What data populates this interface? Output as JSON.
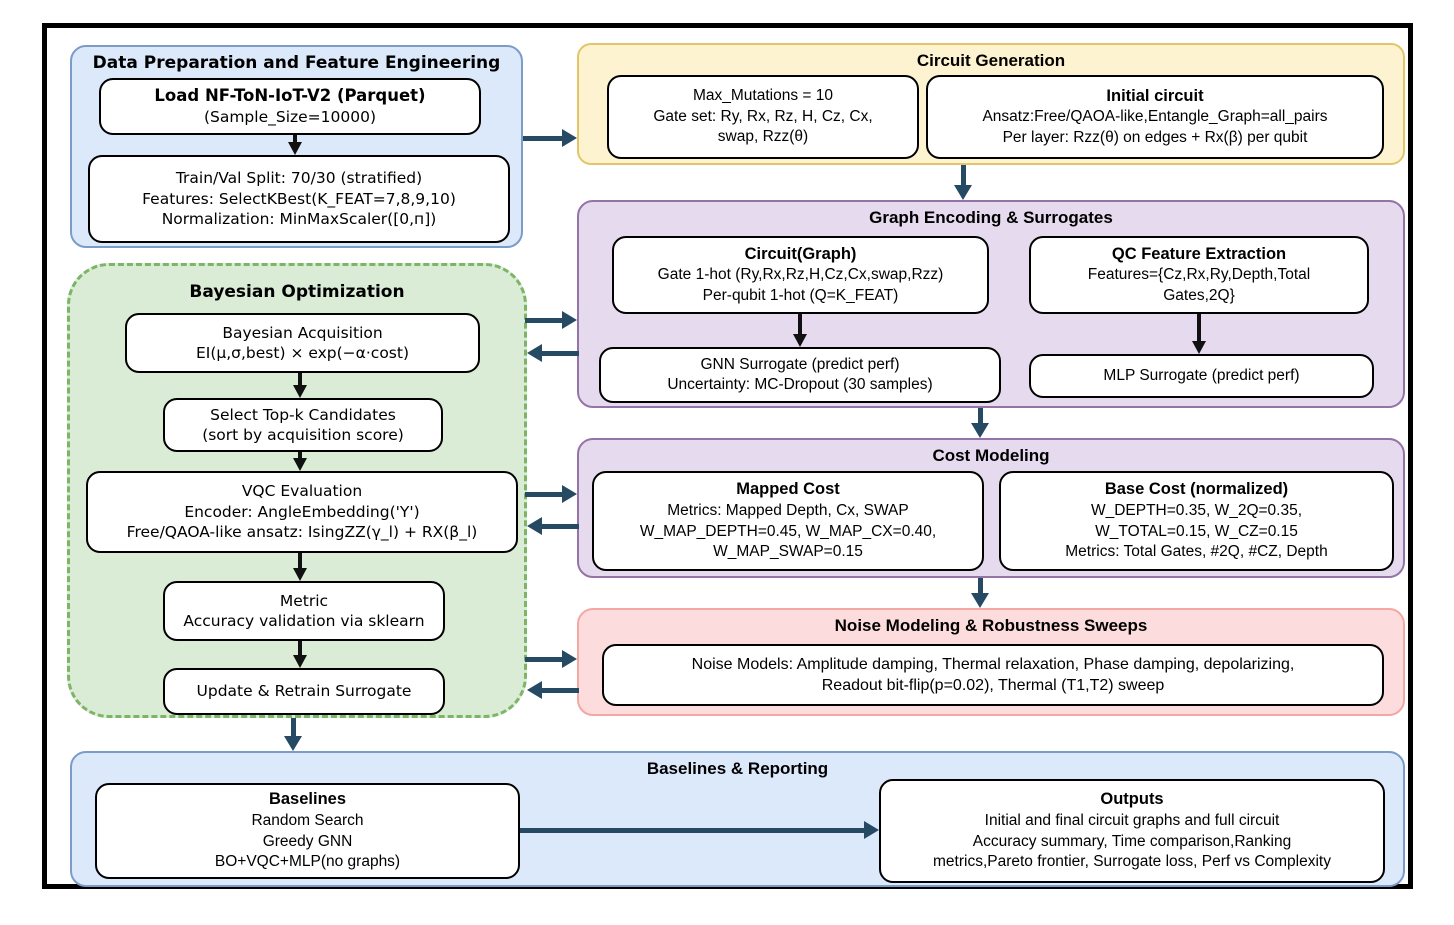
{
  "palette": {
    "arrow": "#264a63",
    "internal_arrow": "#111111",
    "blue_fill": "#dbe9fb",
    "blue_stroke": "#7b9cc9",
    "yellow_fill": "#fdf3d0",
    "yellow_stroke": "#e3c568",
    "purple_fill": "#e6daee",
    "purple_stroke": "#9673a6",
    "green_fill": "#daecd6",
    "green_stroke": "#7cb566",
    "pink_fill": "#fcdcdc",
    "pink_stroke": "#f3a8a3",
    "node_fill": "#ffffff",
    "node_stroke": "#000000"
  },
  "data_prep": {
    "title": "Data Preparation and Feature Engineering",
    "load_node": [
      "Load NF-ToN-IoT-V2 (Parquet)",
      "(Sample_Size=10000)"
    ],
    "split_node": [
      "Train/Val Split: 70/30 (stratified)",
      "Features: SelectKBest(K_FEAT=7,8,9,10)",
      "Normalization: MinMaxScaler([0,п])"
    ]
  },
  "circuit_gen": {
    "title": "Circuit Generation",
    "mutations_node": [
      "Max_Mutations = 10",
      "Gate set: Ry, Rx, Rz, H, Cz, Cx,",
      "swap, Rzz(θ)"
    ],
    "initial_node": [
      "Initial circuit",
      "Ansatz:Free/QAOA-like,Entangle_Graph=all_pairs",
      "Per layer: Rzz(θ) on edges + Rx(β) per qubit"
    ]
  },
  "graph_enc": {
    "title": "Graph Encoding & Surrogates",
    "circuit_graph_node": [
      "Circuit(Graph)",
      "Gate 1-hot (Ry,Rx,Rz,H,Cz,Cx,swap,Rzz)",
      "Per-qubit 1-hot (Q=K_FEAT)"
    ],
    "qc_feature_node": [
      "QC Feature Extraction",
      "Features={Cz,Rx,Ry,Depth,Total",
      "Gates,2Q}"
    ],
    "gnn_node": [
      "GNN Surrogate (predict perf)",
      "Uncertainty: MC-Dropout (30 samples)"
    ],
    "mlp_node": [
      "MLP Surrogate (predict perf)"
    ]
  },
  "bayes_opt": {
    "title": "Bayesian Optimization",
    "acquisition_node": [
      "Bayesian Acquisition",
      "EI(μ,σ,best) × exp(−α·cost)"
    ],
    "select_node": [
      "Select Top-k Candidates",
      "(sort by acquisition score)"
    ],
    "vqc_node": [
      "VQC Evaluation",
      "Encoder: AngleEmbedding('Y')",
      "Free/QAOA-like ansatz: IsingZZ(γ_l) + RX(β_l)"
    ],
    "metric_node": [
      "Metric",
      "Accuracy validation via sklearn"
    ],
    "update_node": [
      "Update & Retrain Surrogate"
    ]
  },
  "cost_model": {
    "title": "Cost Modeling",
    "mapped_node": [
      "Mapped Cost",
      "Metrics: Mapped Depth, Cx, SWAP",
      "W_MAP_DEPTH=0.45, W_MAP_CX=0.40,",
      "W_MAP_SWAP=0.15"
    ],
    "base_node": [
      "Base Cost (normalized)",
      "W_DEPTH=0.35, W_2Q=0.35,",
      "W_TOTAL=0.15, W_CZ=0.15",
      "Metrics: Total Gates, #2Q, #CZ, Depth"
    ]
  },
  "noise_model": {
    "title": "Noise Modeling & Robustness Sweeps",
    "noise_node": [
      "Noise Models: Amplitude damping, Thermal relaxation, Phase damping, depolarizing,",
      "Readout bit-flip(p=0.02), Thermal (T1,T2) sweep"
    ]
  },
  "baselines": {
    "title": "Baselines & Reporting",
    "baselines_node": [
      "Baselines",
      "Random Search",
      "Greedy GNN",
      "BO+VQC+MLP(no graphs)"
    ],
    "outputs_node": [
      "Outputs",
      "Initial and final circuit graphs and full circuit",
      "Accuracy summary, Time comparison,Ranking",
      "metrics,Pareto frontier, Surrogate loss, Perf vs Complexity"
    ]
  }
}
